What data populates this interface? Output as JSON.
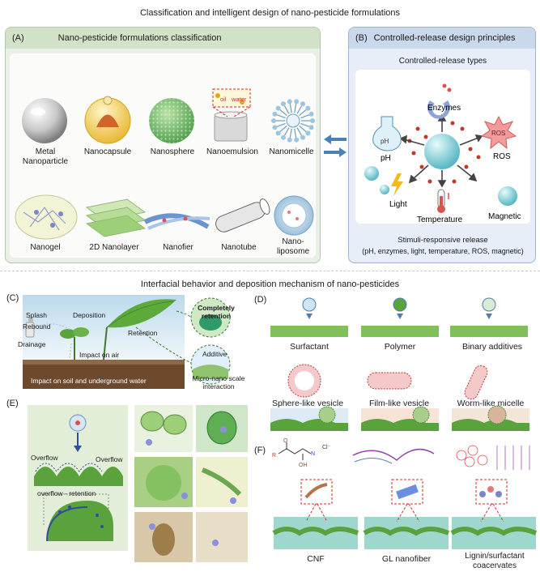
{
  "title_top": "Classification and intelligent design of nano-pesticide formulations",
  "title_mid": "Interfacial behavior and deposition mechanism of nano-pesticides",
  "panelA": {
    "tag": "(A)",
    "header": "Nano-pesticide formulations classification",
    "row1": [
      "Metal\nNanoparticle",
      "Nanocapsule",
      "Nanosphere",
      "Nanoemulsion",
      "Nanomicelle"
    ],
    "row2": [
      "Nanogel",
      "2D Nanolayer",
      "Nanofier",
      "Nanotube",
      "Nano-\nliposome"
    ],
    "emulsion_oil": "oil",
    "emulsion_water": "water"
  },
  "panelB": {
    "tag": "(B)",
    "header": "Controlled-release design principles",
    "subheader": "Controlled-release types",
    "stimuli": {
      "enzymes": "Enzymes",
      "ph": "pH",
      "ph_flask": "pH",
      "ros": "ROS",
      "ros_star": "ROS",
      "light": "Light",
      "temperature": "Temperature",
      "magnetic": "Magnetic"
    },
    "footer1": "Stimuli-responsive release",
    "footer2": "(pH, enzymes, light, temperature, ROS, magnetic)"
  },
  "panelC": {
    "tag": "(C)",
    "labels": {
      "splash": "Splash",
      "deposition": "Deposition",
      "rebound": "Rebound",
      "retention": "Retention",
      "drainage": "Drainage",
      "impact_air": "Impact on air",
      "impact_soil": "Impact on soil and underground water",
      "completely": "Completely\nretention",
      "additive": "Additive",
      "micro": "Micro-nano scale\ninteraction"
    }
  },
  "panelD": {
    "tag": "(D)",
    "top": [
      "Surfactant",
      "Polymer",
      "Binary additives"
    ],
    "mid": [
      "Sphere-like vesicle",
      "Film-like vesicle",
      "Worm-like micelle"
    ]
  },
  "panelE": {
    "tag": "(E)",
    "overflow_left": "Overflow",
    "overflow_right": "Overflow",
    "bottom": "overflow - retention"
  },
  "panelF": {
    "tag": "(F)",
    "labels": [
      "CNF",
      "GL nanofiber",
      "Lignin/surfactant\ncoacervates"
    ],
    "chem_r": "R",
    "chem_o": "O",
    "chem_oh": "OH",
    "chem_n": "N",
    "chem_cl": "Cl⁻"
  }
}
